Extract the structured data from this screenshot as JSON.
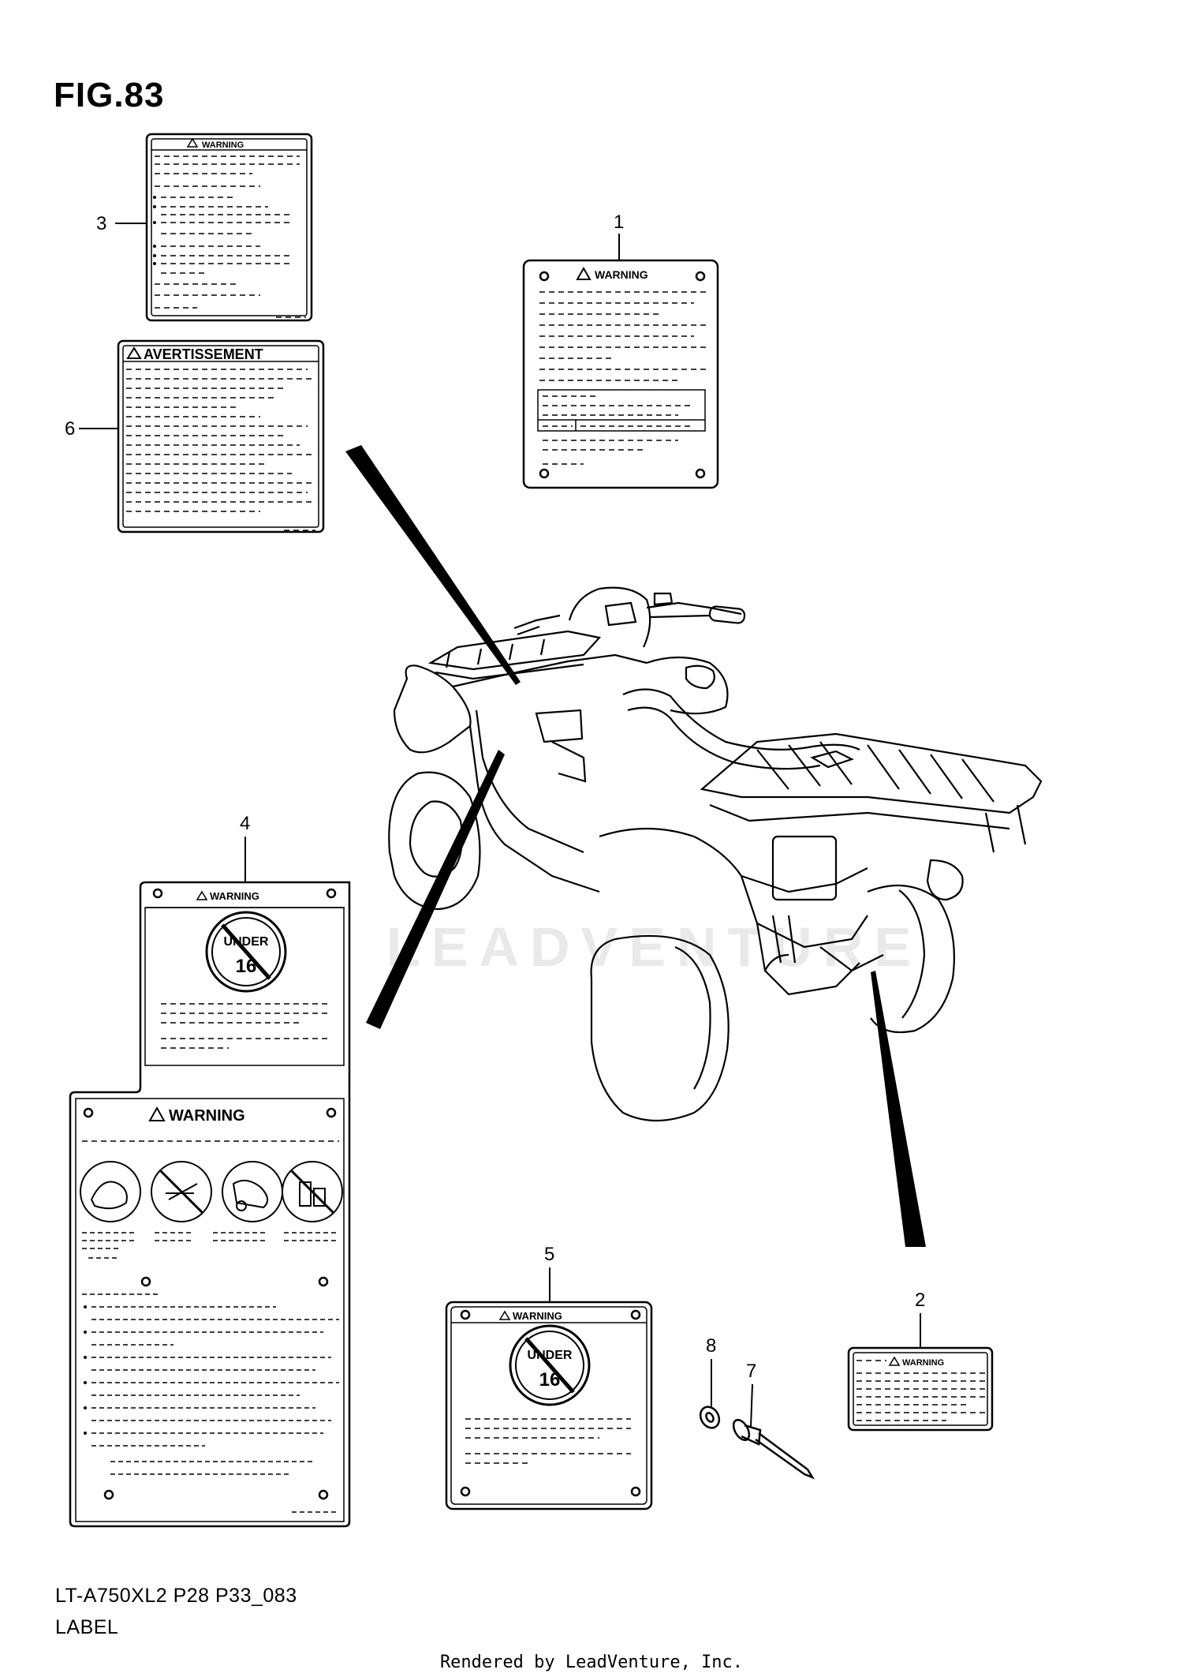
{
  "figure": {
    "title": "FIG.83"
  },
  "footer": {
    "model_code": "LT-A750XL2 P28 P33_083",
    "caption": "LABEL",
    "rendered_by": "Rendered by LeadVenture, Inc."
  },
  "watermark": "LEADVENTURE",
  "callouts": {
    "c1": "1",
    "c2": "2",
    "c3": "3",
    "c4": "4",
    "c5": "5",
    "c6": "6",
    "c7": "7",
    "c8": "8"
  },
  "labels": {
    "warning": "WARNING",
    "avertissement": "AVERTISSEMENT",
    "under": "UNDER",
    "age": "16"
  }
}
